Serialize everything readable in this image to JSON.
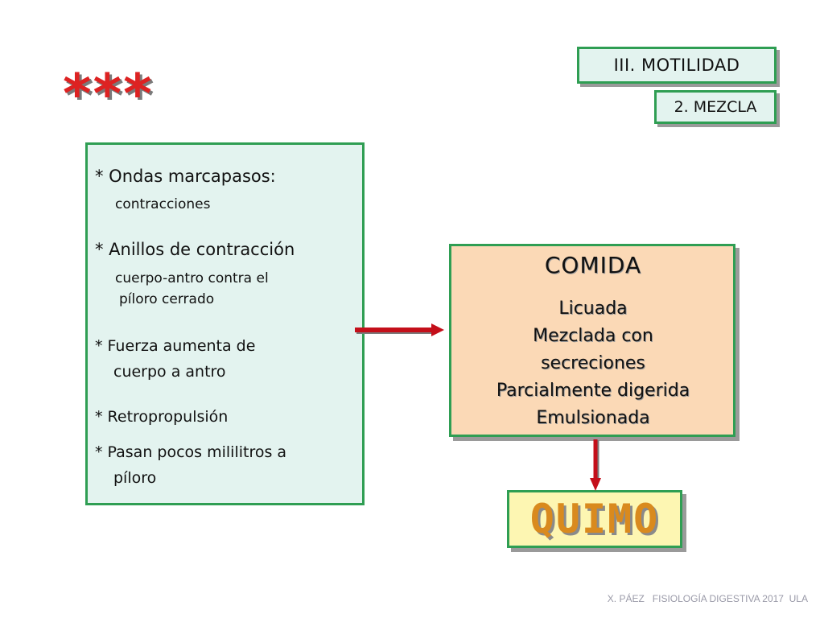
{
  "header": {
    "section_tag": "III. MOTILIDAD",
    "subsection_tag": "2. MEZCLA",
    "stars": "***"
  },
  "list_panel": {
    "items": [
      {
        "title": "* Ondas marcapasos:",
        "detail": "contracciones"
      },
      {
        "title": "* Anillos de contracción",
        "detail_lines": [
          "cuerpo-antro contra el",
          "píloro cerrado"
        ]
      },
      {
        "lines": [
          "* Fuerza aumenta de",
          "cuerpo a antro"
        ]
      },
      {
        "lines": [
          "* Retropropulsión"
        ]
      },
      {
        "lines": [
          "* Pasan pocos mililitros a",
          "píloro"
        ]
      }
    ]
  },
  "food_panel": {
    "title": "COMIDA",
    "lines": [
      "Licuada",
      "Mezclada con",
      "secreciones",
      "Parcialmente digerida",
      "Emulsionada"
    ]
  },
  "result": {
    "label": "QUIMO"
  },
  "footer": {
    "text": "X. PÁEZ   FISIOLOGÍA DIGESTIVA 2017  ULA"
  },
  "colors": {
    "box_border": "#2f9e53",
    "panel_fill": "#e3f3ef",
    "food_fill": "#fbd9b6",
    "result_fill": "#fdf6b2",
    "result_text": "#d98a1e",
    "stars": "#dd2222",
    "arrow": "#c40f1a"
  }
}
